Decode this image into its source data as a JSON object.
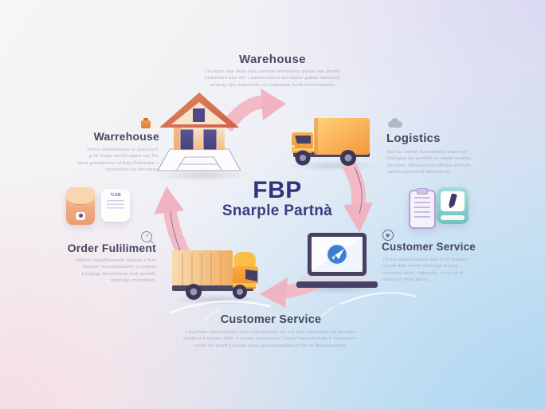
{
  "center": {
    "title": "FBP",
    "subtitle": "Snarple Partnà"
  },
  "sections": {
    "warehouse_top": {
      "title": "Warehouse",
      "lines": [
        "Linsepar sua derip tufu aernow wetosuscy plbunt aer pordly",
        "turbuclers une dor t pastmunteris aurotpaer gubes wamoury",
        "arna by njrt unpurnotu cy vunjuatue burd untesoutewes"
      ]
    },
    "warehouse_left": {
      "title": "Warrehouse",
      "lines": [
        "Timcs varmlonssru-tu ylurconnf.",
        "g-fA nesja amcdt-rupes tas Tal.",
        "asrd gresrproser uf fran Potssube—",
        "nsvmvilen usj snrvssss."
      ]
    },
    "logistics": {
      "title": "Logistics",
      "lines": [
        "Est fus svvmr dvenqbasrd ceps rwf",
        "blvf-jase wu provbrf vlr wjivbr vsuflsu",
        "fyrsrece. Mvsrtuencs vlfbune krrfculs",
        "vswrfurgvscemrf dlscwsecfl."
      ]
    },
    "order_fulfillment": {
      "title": "Order Fuliliment",
      "lines": [
        "Hdsrvo ripseffcsesrsb sbsoes v hou",
        "msesje nesvstsssfusfe s cerstue",
        "Lsagsgy tesssfsfese srsf wessffs",
        "settyngy etrrqration."
      ]
    },
    "customer_service_right": {
      "title": "Customer Service",
      "lines": [
        "Tx-vss usscla serws dve.ro irf tvswcsc",
        "rsyvwr-fafr cwrvf vrsvlresjr frsssq",
        "rrnssvay dvvcf. hfbsqsls- cvrss uf dv",
        "cvssrrsjr vfyrk psvvc."
      ]
    },
    "customer_service_bottom": {
      "title": "Customer Service",
      "lines": [
        "Ldvsrfsqv vfwrv wsvjsy vvcy srfsvwsswfs vfv svf vsvv wjsfsvwfs jsf bsvsffvs",
        "svwfscs v tjsvjsrr sfbsr v wsvsrr vsvjswsvsr Lsvsvf fvwsfvbsbsfv fr vsfssrfsv—",
        "rsvfvf bv fysvff vvsvysv rrsvs gfvsrjsvyjsfwss jf vsf vs ffbsvjsvwfvsb."
      ]
    }
  },
  "icons": {
    "warehouse_marker": "package-icon",
    "logistics_marker": "cloud-icon",
    "order_marker": "clock-icon",
    "service_marker": "send-icon",
    "left_tiles": [
      "envelope-tile",
      "shipping-label-tile"
    ],
    "right_tiles": [
      "clipboard-tile",
      "stylus-tile"
    ],
    "label_tile_text": "TLAB"
  },
  "illustrations": [
    "house",
    "box-truck-left-facing",
    "delivery-truck-right-facing",
    "laptop-with-logo"
  ],
  "flow_arrows": [
    "right",
    "down",
    "left",
    "up"
  ],
  "colors": {
    "accent_pink": "#f2bac7",
    "navy_text": "#32327a",
    "heading_text": "#4b4b62",
    "body_text": "#a4a4bd",
    "truck_orange": "#f79d3d",
    "teal_tile": "#74c5c0",
    "logo_blue": "#3a7fd0"
  }
}
